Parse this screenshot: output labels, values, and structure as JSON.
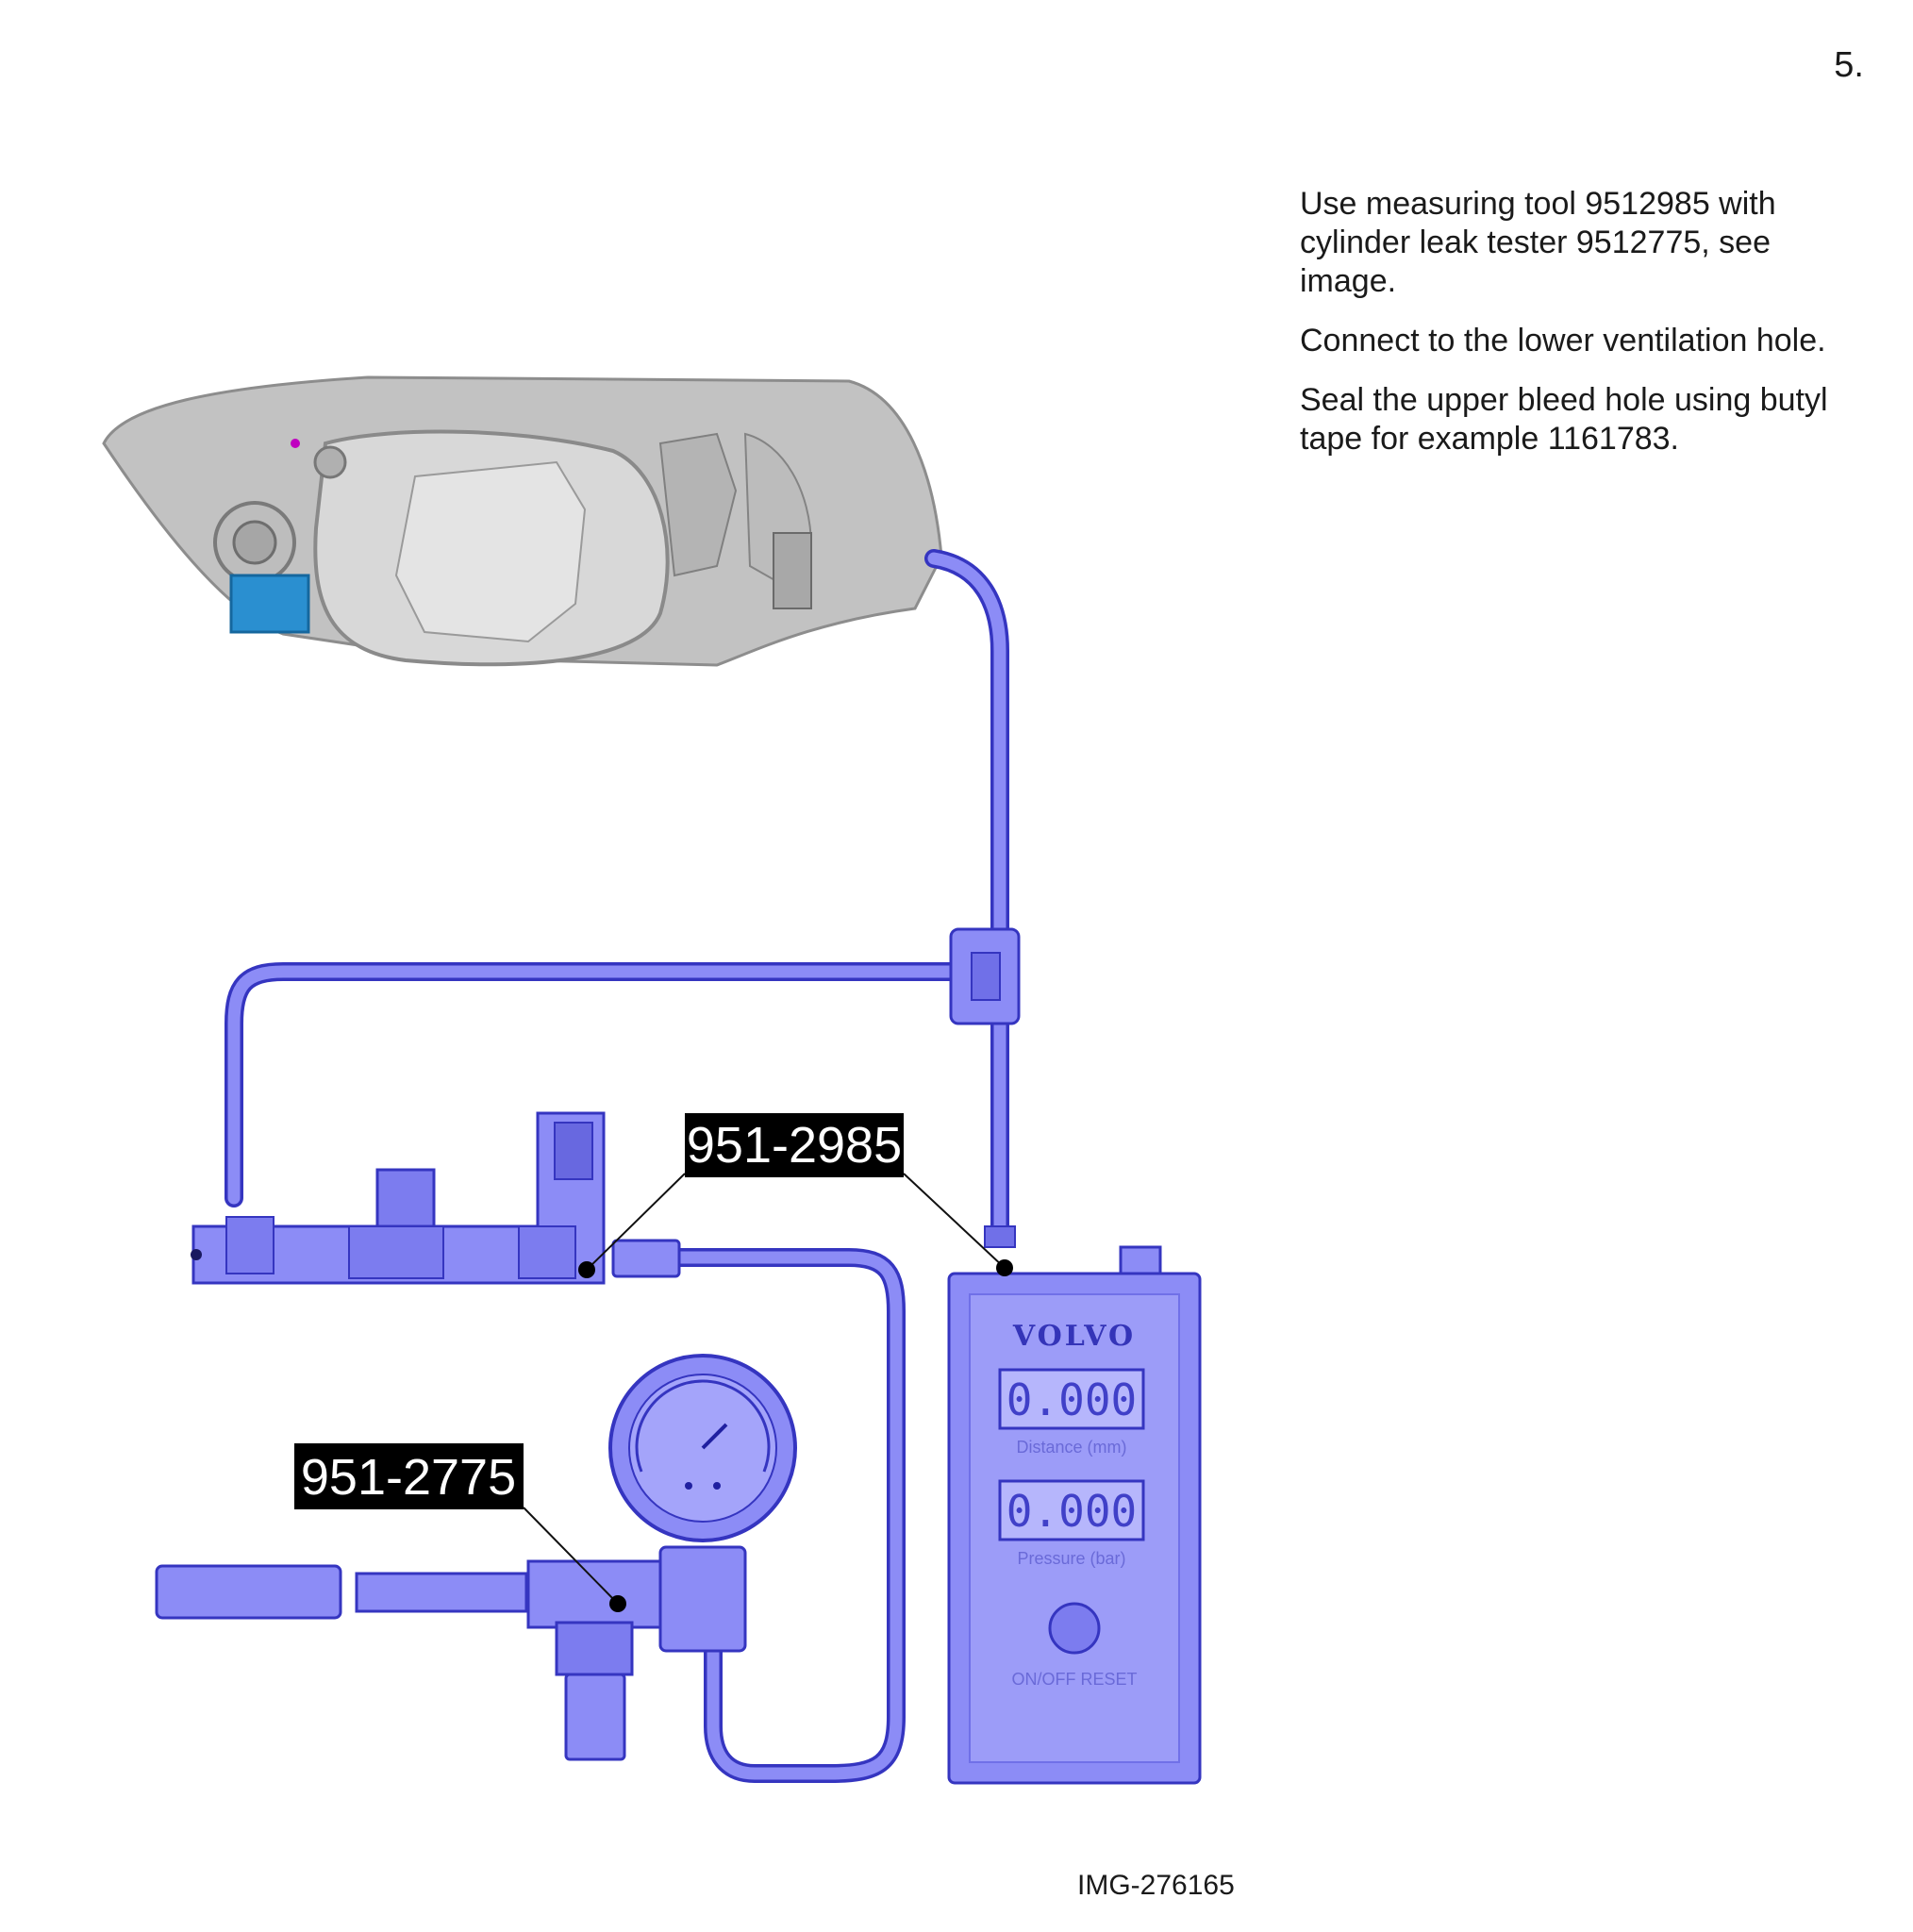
{
  "step_number": "5.",
  "instructions": [
    "Use measuring tool 9512985 with cylinder leak tester 9512775, see image.",
    "Connect to the lower ventilation hole.",
    "Seal the upper bleed hole using butyl tape for example 1161783."
  ],
  "callouts": {
    "measuring_tool": "951-2985",
    "leak_tester": "951-2775"
  },
  "device": {
    "brand": "VOLVO",
    "display_1_value": "0.000",
    "display_1_label": "Distance   (mm)",
    "display_2_value": "0.000",
    "display_2_label": "Pressure  (bar)",
    "button_labels": "ON/OFF   RESET"
  },
  "image_id": "IMG-276165",
  "colors": {
    "tool_fill": "#8c8cf6",
    "tool_stroke": "#3535c0",
    "headlamp": "#c2c2c2",
    "connector": "#2a8fd0"
  }
}
